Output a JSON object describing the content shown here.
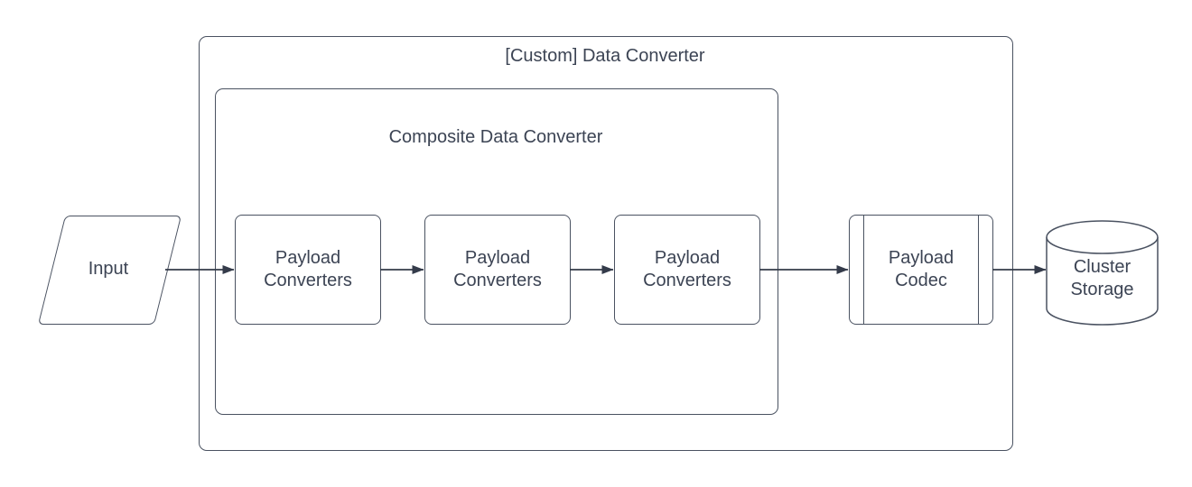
{
  "diagram": {
    "title": "[Custom] Data Converter",
    "composite": {
      "title": "Composite Data Converter",
      "converters": [
        {
          "label": "Payload Converters"
        },
        {
          "label": "Payload Converters"
        },
        {
          "label": "Payload Converters"
        }
      ]
    },
    "input": {
      "label": "Input"
    },
    "codec": {
      "label": "Payload Codec"
    },
    "storage": {
      "label": "Cluster Storage"
    },
    "colors": {
      "shape_stroke": "#4a5261",
      "arrow_stroke": "#343b4a",
      "text": "#3c4454",
      "background": "#ffffff"
    }
  }
}
